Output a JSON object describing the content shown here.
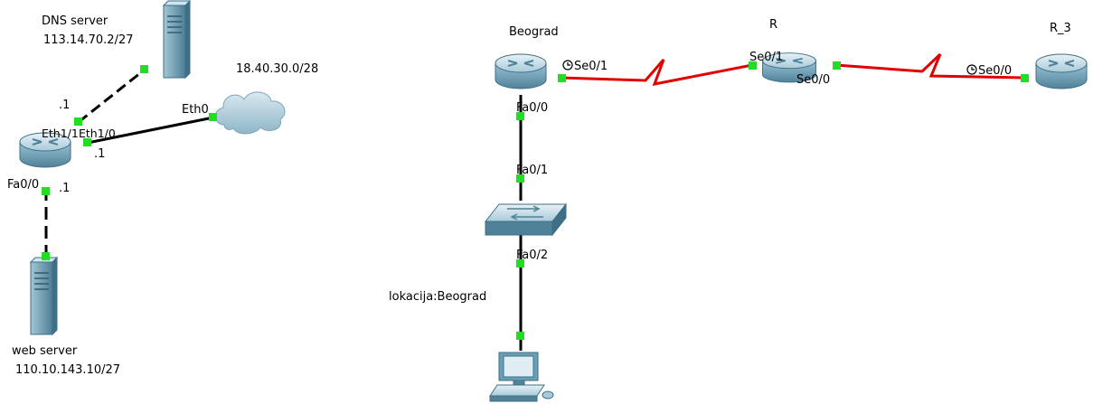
{
  "colors": {
    "canvas_bg": "#ffffff",
    "link_ethernet": "#000000",
    "link_serial": "#e00000",
    "port_up": "#22dd22",
    "device_body": "#6a9fb5",
    "device_dark": "#3f6f86",
    "device_light": "#c3dde9"
  },
  "icons": {
    "router": "router-icon",
    "server": "server-icon",
    "cloud": "cloud-icon",
    "switch": "switch-icon",
    "pc": "pc-icon",
    "clock": "clock-icon"
  },
  "left": {
    "dns_server": {
      "name": "DNS server",
      "ip": "113.14.70.2/27"
    },
    "web_server": {
      "name": "web server",
      "ip": "110.10.143.10/27"
    },
    "cloud": {
      "network": "18.40.30.0/28",
      "port": "Eth0"
    },
    "router": {
      "ports": {
        "eth11": "Eth1/1",
        "eth10": "Eth1/0",
        "fa00": "Fa0/0"
      },
      "host_octets": {
        "to_dns": ".1",
        "to_cloud": ".1",
        "to_web": ".1"
      }
    }
  },
  "right": {
    "beograd": {
      "name": "Beograd",
      "se01": "Se0/1",
      "fa00": "Fa0/0"
    },
    "r": {
      "name": "R",
      "se01": "Se0/1",
      "se00": "Se0/0"
    },
    "r3": {
      "name": "R_3",
      "se00": "Se0/0"
    },
    "switch": {
      "fa01": "Fa0/1",
      "fa02": "Fa0/2"
    },
    "pc": {
      "location_label": "lokacija:Beograd"
    }
  }
}
